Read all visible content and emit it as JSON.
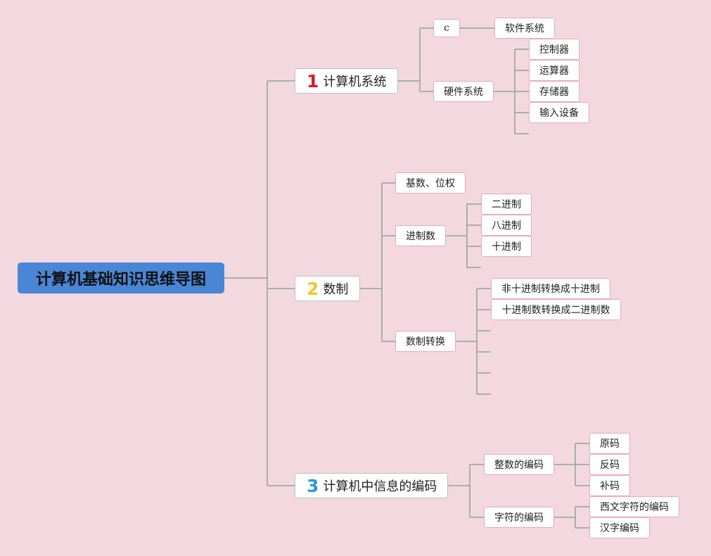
{
  "root": {
    "title": "计算机基础知识思维导图"
  },
  "branches": {
    "computer_system": {
      "number": "1",
      "label": "计算机系统",
      "c_node": "c",
      "software": "软件系统",
      "hardware": "硬件系统",
      "hardware_items": [
        "控制器",
        "运算器",
        "存储器",
        "输入设备"
      ]
    },
    "number_system": {
      "number": "2",
      "label": "数制",
      "base_weight": "基数、位权",
      "radix": "进制数",
      "radix_items": [
        "二进制",
        "八进制",
        "十进制"
      ],
      "conversion": "数制转换",
      "conversion_items": [
        "非十进制转换成十进制",
        "十进制数转换成二进制数"
      ]
    },
    "encoding": {
      "number": "3",
      "label": "计算机中信息的编码",
      "integer": "整数的编码",
      "integer_items": [
        "原码",
        "反码",
        "补码"
      ],
      "char": "字符的编码",
      "char_items": [
        "西文字符的编码",
        "汉字编码"
      ]
    }
  },
  "colors": {
    "background": "#f3d8e0",
    "root": "#4a86d6",
    "line": "#8fa39b",
    "num1": "#d8182e",
    "num2": "#f2c830",
    "num3": "#2a9ad8"
  }
}
